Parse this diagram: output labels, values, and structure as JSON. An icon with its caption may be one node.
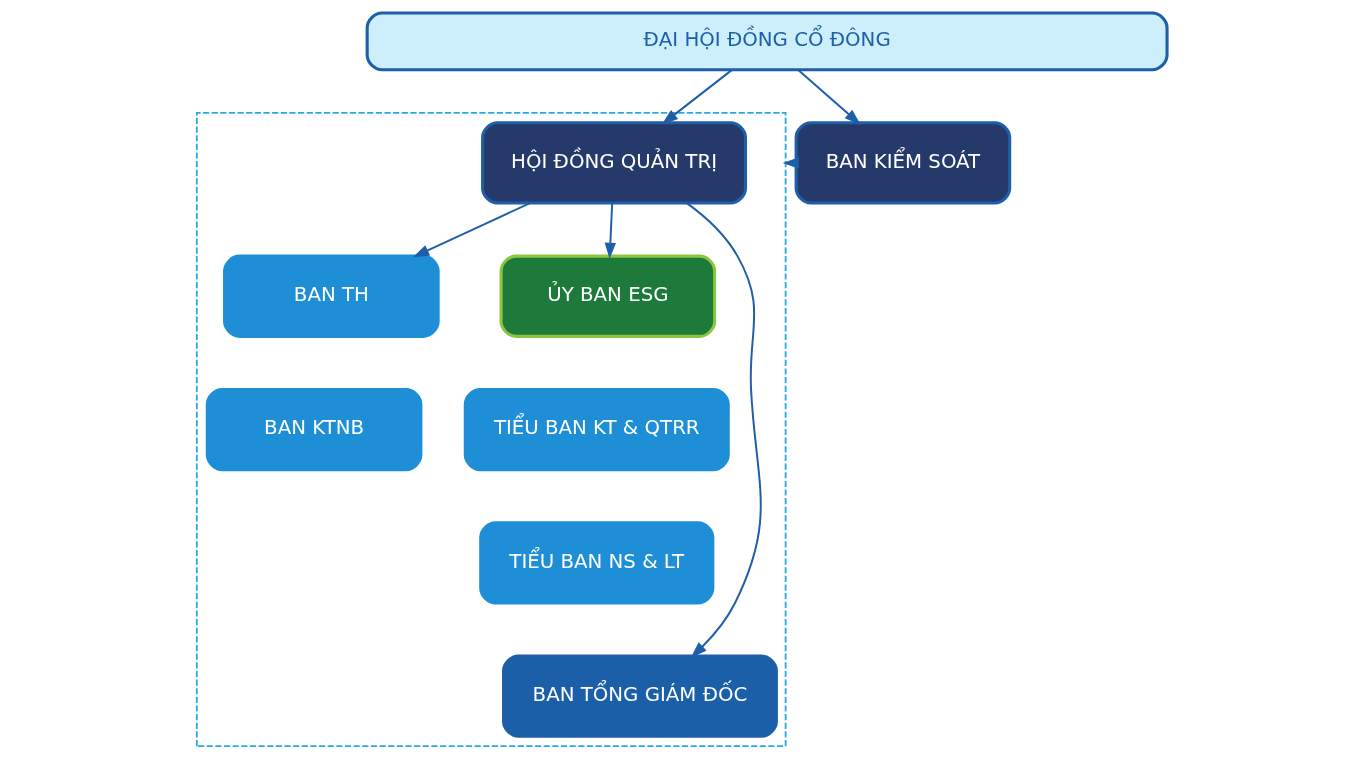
{
  "diagram": {
    "nodes": [
      {
        "text": [
          "ĐẠI HỘI ĐỒNG CỔ ĐÔNG"
        ]
      },
      {
        "text": [],
        "shape": "box"
      },
      {
        "text": [
          "HỘI ĐỒNG QUẢN TRỊ"
        ],
        "in": 1
      },
      {
        "text": [
          "BAN KIỂM SOÁT"
        ]
      },
      {
        "text": [
          "BAN TH"
        ],
        "in": 1
      },
      {
        "text": [
          "BAN KTNB"
        ],
        "in": 1
      },
      {
        "text": [
          "ỦY BAN ESG"
        ],
        "in": 1
      },
      {
        "text": [
          "TIỂU BAN KT & QTRR"
        ],
        "in": 1
      },
      {
        "text": [
          "TIỂU BAN NS & LT"
        ],
        "in": 1
      },
      {
        "text": [
          "BAN TỔNG GIÁM ĐỐC"
        ],
        "in": 1
      }
    ],
    "edges": [
      {
        "from": 0,
        "to": 2,
        "arrow": "to"
      },
      {
        "from": 0,
        "to": 3,
        "arrow": "to"
      },
      {
        "from": 3,
        "to": 1,
        "arrow": "to"
      },
      {
        "from": 2,
        "to": 4,
        "arrow": "to"
      },
      {
        "from": 2,
        "to": 6,
        "arrow": "to"
      },
      {
        "from": 2,
        "to": 9,
        "arrow": "to"
      }
    ]
  }
}
